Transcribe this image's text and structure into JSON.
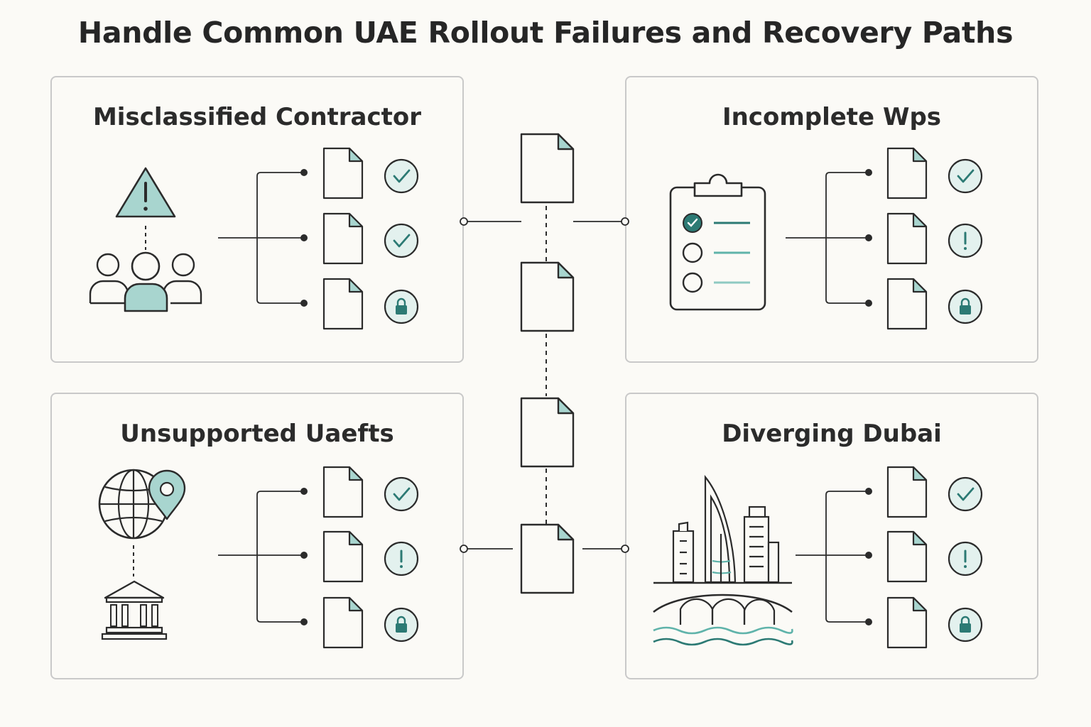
{
  "title": "Handle Common UAE Rollout Failures and Recovery Paths",
  "colors": {
    "accent": "#a8d5cf",
    "accent_dark": "#2c7a74",
    "stroke": "#2b2b2b",
    "panel_border": "#c9c9c9",
    "background": "#fbfaf6"
  },
  "panels": [
    {
      "title": "Misclassified Contractor",
      "illustration": "warning-and-people-icon",
      "statuses": [
        "check",
        "check",
        "lock"
      ]
    },
    {
      "title": "Incomplete Wps",
      "illustration": "clipboard-checklist-icon",
      "statuses": [
        "check",
        "alert",
        "lock"
      ]
    },
    {
      "title": "Unsupported Uaefts",
      "illustration": "globe-bank-icon",
      "statuses": [
        "check",
        "alert",
        "lock"
      ]
    },
    {
      "title": "Diverging Dubai",
      "illustration": "dubai-skyline-icon",
      "statuses": [
        "check",
        "alert",
        "lock"
      ]
    }
  ],
  "center_documents": [
    "document-icon",
    "document-icon",
    "document-icon",
    "document-icon"
  ]
}
